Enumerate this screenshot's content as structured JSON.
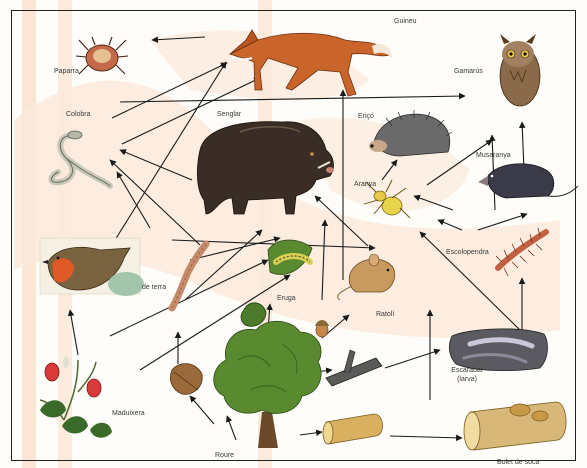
{
  "colors": {
    "band": "#f7dcc4",
    "wash": "#fbeadc",
    "arrow": "#1a1a1a",
    "frame": "#222222",
    "label": "#3a3a3a"
  },
  "labels": {
    "guineu": "Guineu",
    "paparra": "Paparra",
    "gamarus": "Gamarús",
    "colobra": "Colobra",
    "senglar": "Senglar",
    "erico": "Eriçó",
    "aranya": "Aranya",
    "musaranya": "Musaranya",
    "de_terra": "de terra",
    "eruga": "Eruga",
    "ratoli": "Ratolí",
    "escolopendra": "Escolopendra",
    "escarabat": "Escarabat",
    "larva": "(larva)",
    "maduixera": "Maduixera",
    "roure": "Roure",
    "bolet": "Bolet de soca"
  },
  "icons": [
    "tick-icon",
    "fox-icon",
    "owl-icon",
    "snake-icon",
    "boar-icon",
    "hedgehog-icon",
    "spider-icon",
    "shrew-icon",
    "robin-icon",
    "earthworm-icon",
    "caterpillar-icon",
    "mouse-icon",
    "centipede-icon",
    "beetle-larva-icon",
    "strawberry-plant-icon",
    "oak-tree-icon",
    "acorn-icon",
    "dead-leaf-icon",
    "leaf-icon",
    "dead-branch-icon",
    "log-icon",
    "mushroom-log-icon"
  ]
}
